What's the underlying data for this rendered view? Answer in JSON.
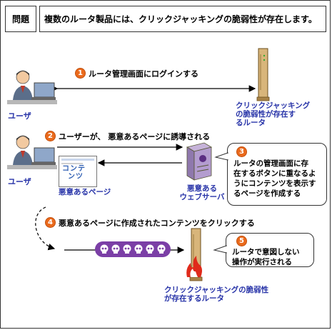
{
  "header": {
    "label": "問題",
    "title": "複数のルータ製品には、クリックジャッキングの脆弱性が存在します。"
  },
  "steps": [
    {
      "num": "1",
      "text": "ルータ管理画面にログインする"
    },
    {
      "num": "2",
      "text": "ユーザーが、 悪意あるページに誘導される"
    },
    {
      "num": "3",
      "text": "ルータの管理画面に存在するボタンに重なるようにコンテンツを表示するページを作成する"
    },
    {
      "num": "4",
      "text": "悪意あるページに作成されたコンテンツをクリックする"
    },
    {
      "num": "5",
      "text": "ルータで意図しない操作が実行される"
    }
  ],
  "labels": {
    "user1": "ユーザ",
    "user2": "ユーザ",
    "router_top_line1": "クリックジャッキング",
    "router_top_line2": "の脆弱性が存在す",
    "router_top_line3": "るルータ",
    "malicious_page": "悪意あるページ",
    "content_line1": "コンテ",
    "content_line2": "ンツ",
    "web_server_line1": "悪意ある",
    "web_server_line2": "ウェブサーバ",
    "router_bottom_line1": "クリックジャッキングの脆弱性",
    "router_bottom_line2": "が存在するルータ",
    "step3_line1": "ルータの管理画面に存",
    "step3_line2": "在するボタンに重なるよ",
    "step3_line3": "うにコンテンツを表示す",
    "step3_line4": "るページを作成する",
    "step5_line1": "ルータで意図しない",
    "step5_line2": "操作が実行される"
  },
  "colors": {
    "accent_orange": "#ea6a1c",
    "label_blue": "#2733a8",
    "skull_bar": "#7b3fa6",
    "router_tan": "#d8b57a",
    "flame_red": "#e02a1b"
  },
  "icons": [
    "user-at-computer-icon",
    "router-icon",
    "web-server-icon",
    "skull-icon",
    "flame-icon"
  ]
}
